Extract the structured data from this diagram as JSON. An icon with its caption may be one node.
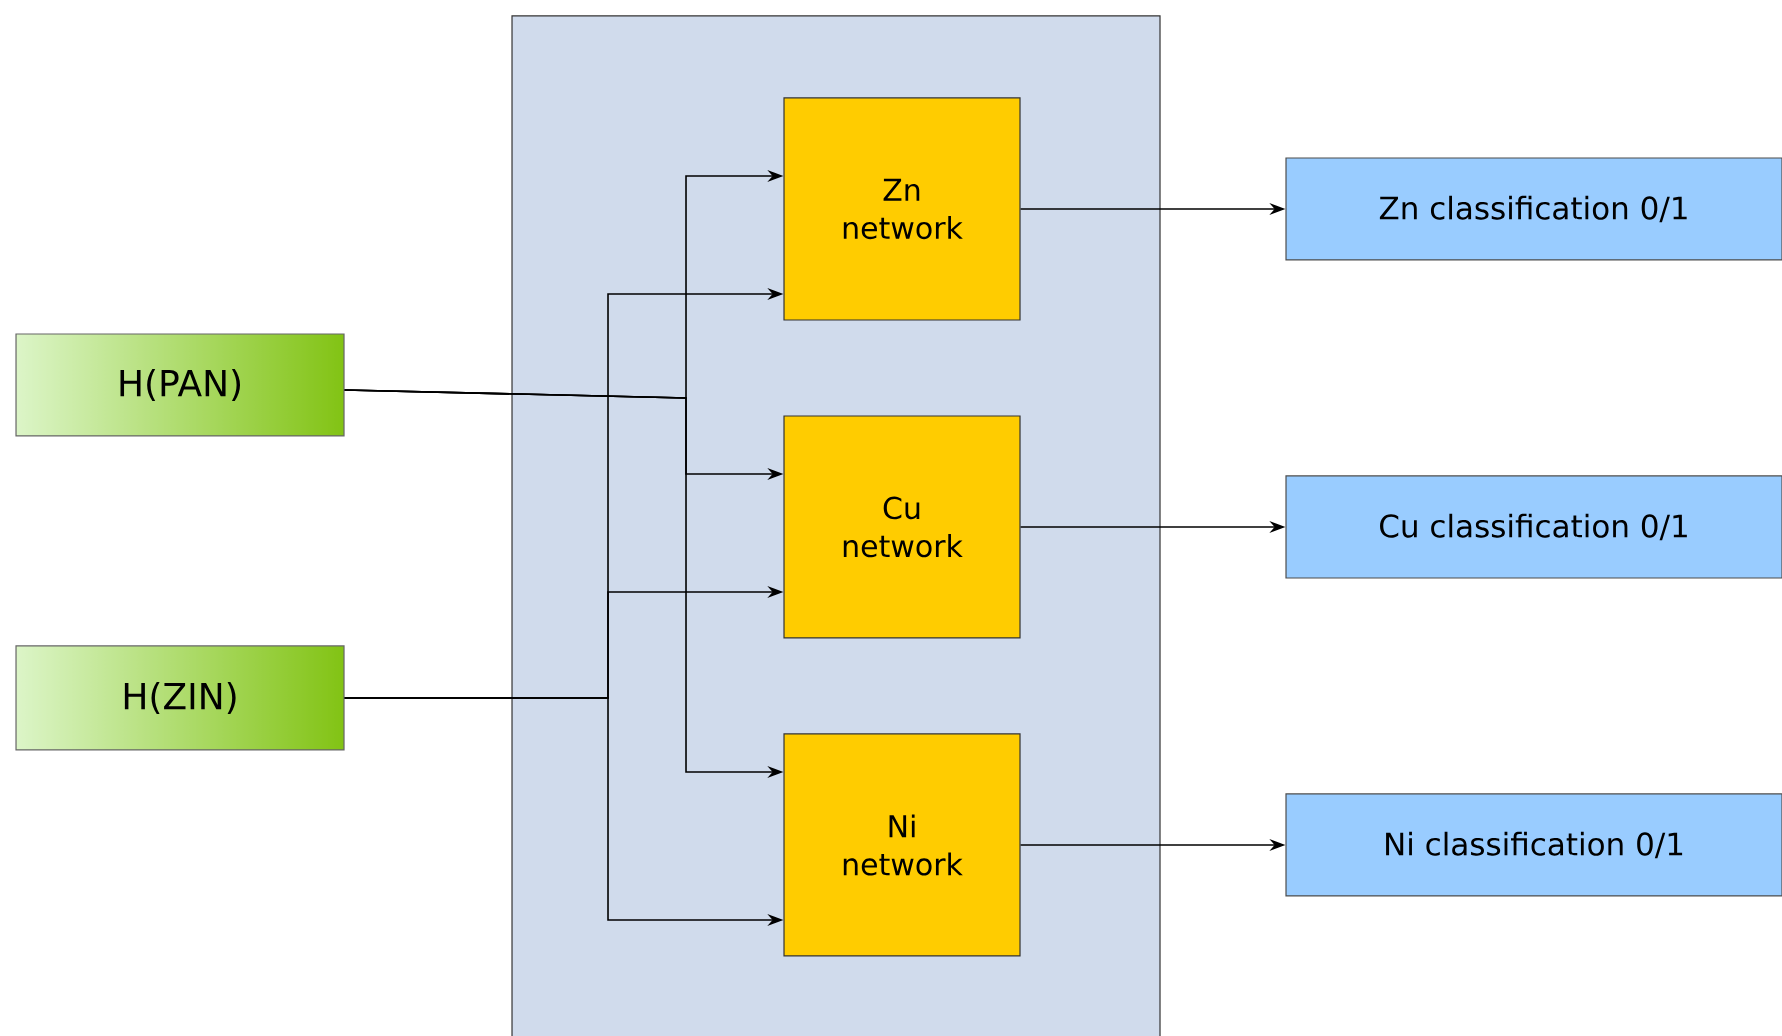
{
  "diagram": {
    "nodes": [
      {
        "text": [],
        "shape": "box"
      },
      {
        "text": [
          "Zn network"
        ],
        "in": 0
      },
      {
        "text": [
          "Cu network"
        ],
        "in": 0
      },
      {
        "text": [
          "Ni network"
        ],
        "in": 0
      },
      {
        "text": [
          "H(PAN)"
        ]
      },
      {
        "text": [
          "H(ZIN)"
        ]
      },
      {
        "text": [
          "Zn classification 0/1"
        ]
      },
      {
        "text": [
          "Cu classification 0/1"
        ]
      },
      {
        "text": [
          "Ni classification 0/1"
        ]
      }
    ],
    "edges": [
      {
        "from": 4,
        "to": 1,
        "arrow": "to"
      },
      {
        "from": 4,
        "to": 2,
        "arrow": "to"
      },
      {
        "from": 4,
        "to": 3,
        "arrow": "to"
      },
      {
        "from": 5,
        "to": 1,
        "arrow": "to"
      },
      {
        "from": 5,
        "to": 2,
        "arrow": "to"
      },
      {
        "from": 5,
        "to": 3,
        "arrow": "to"
      },
      {
        "from": 1,
        "to": 6,
        "arrow": "to"
      },
      {
        "from": 2,
        "to": 7,
        "arrow": "to"
      },
      {
        "from": 3,
        "to": 8,
        "arrow": "to"
      }
    ]
  }
}
